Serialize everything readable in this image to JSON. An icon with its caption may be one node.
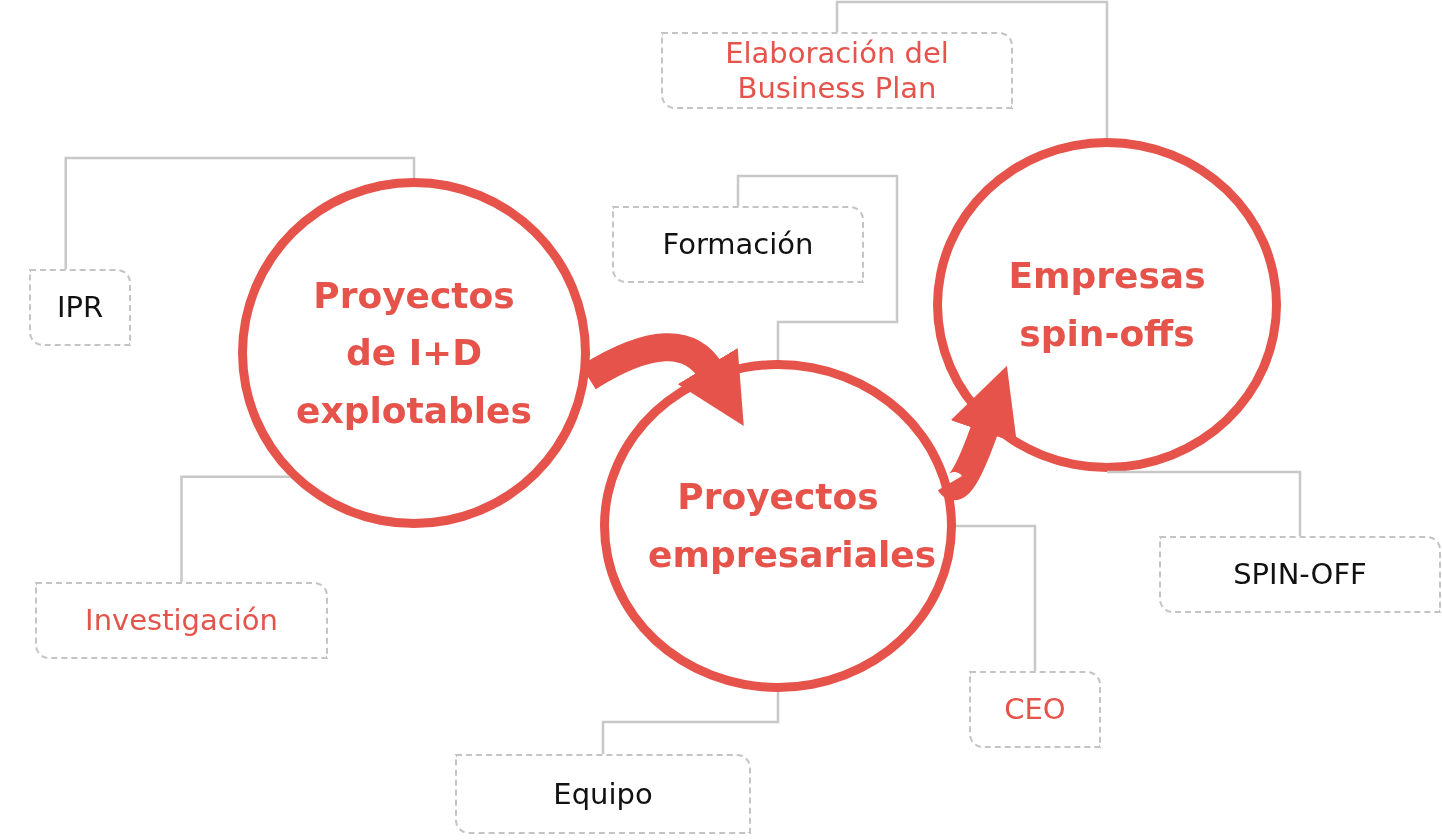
{
  "diagram": {
    "nodes": [
      {
        "text": [
          "Proyectos de I+D explotables"
        ]
      },
      {
        "text": [
          "Proyectos empresariales"
        ]
      },
      {
        "text": [
          "Empresas spin-offs"
        ]
      },
      {
        "text": [
          "IPR"
        ]
      },
      {
        "text": [
          "Investigación"
        ]
      },
      {
        "text": [
          "Formación"
        ]
      },
      {
        "text": [
          "Elaboración del Business Plan"
        ]
      },
      {
        "text": [
          "Equipo"
        ]
      },
      {
        "text": [
          "CEO"
        ]
      },
      {
        "text": [
          "SPIN-OFF"
        ]
      }
    ],
    "edges": [
      {
        "from": 0,
        "to": 1,
        "arrow": "to",
        "style": "thick",
        "color": "#e5534b"
      },
      {
        "from": 1,
        "to": 2,
        "arrow": "to",
        "style": "thick",
        "color": "#e5534b"
      },
      {
        "from": 3,
        "to": 0,
        "arrow": "none"
      },
      {
        "from": 4,
        "to": 0,
        "arrow": "none"
      },
      {
        "from": 5,
        "to": 1,
        "arrow": "none"
      },
      {
        "from": 6,
        "to": 2,
        "arrow": "none"
      },
      {
        "from": 7,
        "to": 1,
        "arrow": "none"
      },
      {
        "from": 8,
        "to": 1,
        "arrow": "none"
      },
      {
        "from": 9,
        "to": 2,
        "arrow": "none"
      }
    ]
  }
}
